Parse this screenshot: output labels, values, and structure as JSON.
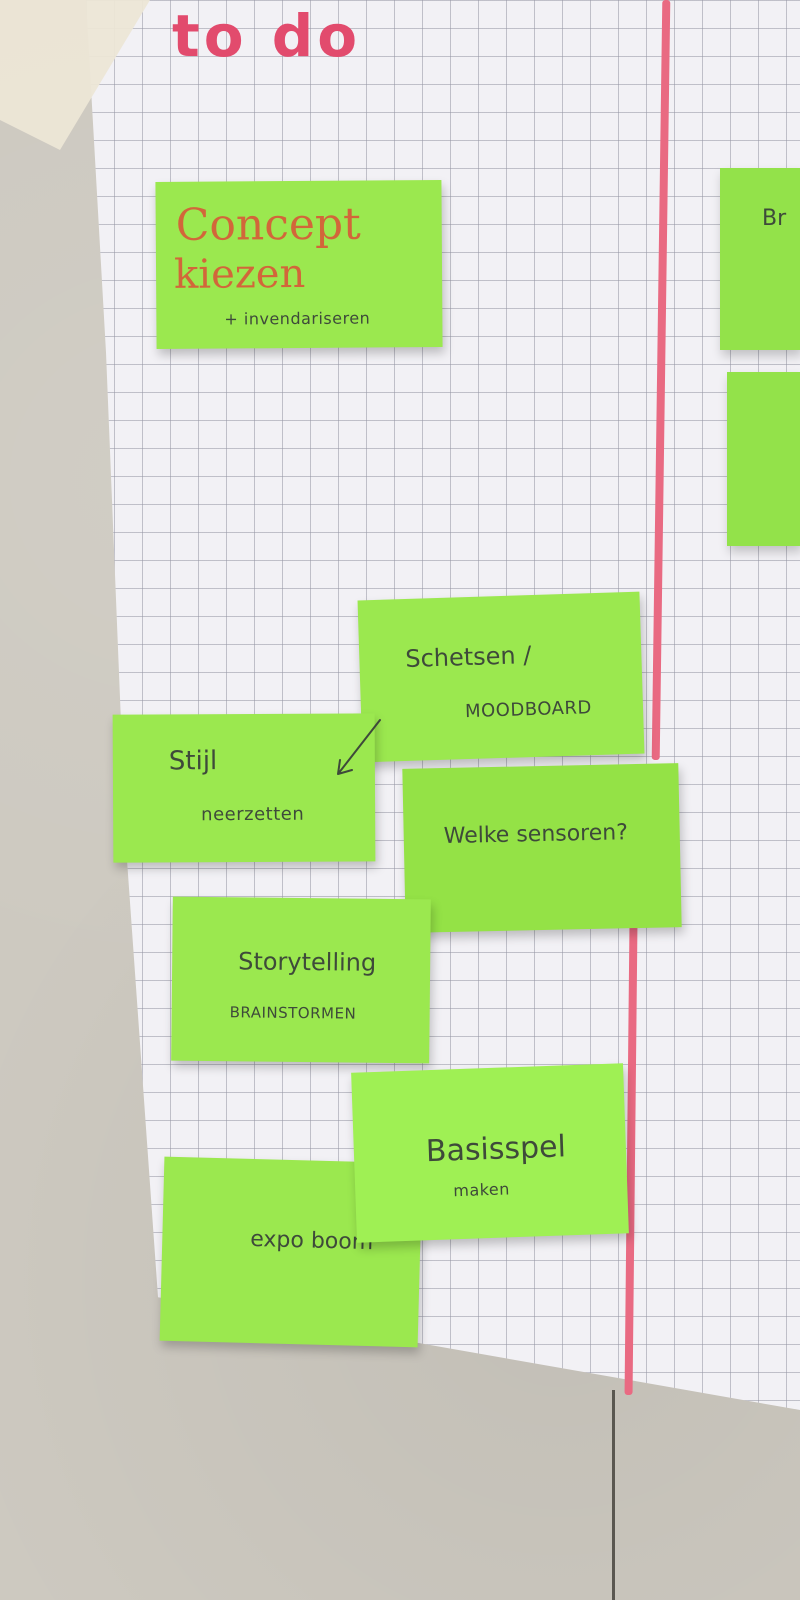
{
  "board": {
    "column_title": "to do",
    "partial_note_text": "Br"
  },
  "notes": [
    {
      "line1": "Concept",
      "line2": "kiezen",
      "subtext": "+ invendariseren"
    },
    {
      "line1": "Schetsen /",
      "line2": "MOODBOARD"
    },
    {
      "line1": "Stijl",
      "line2": "neerzetten"
    },
    {
      "line1": "Welke sensoren?"
    },
    {
      "line1": "Storytelling",
      "line2": "BRAINSTORMEN"
    },
    {
      "line1": "Basisspel",
      "line2": "maken"
    },
    {
      "line1": "expo boom"
    }
  ],
  "colors": {
    "note": "#9be84f",
    "column_line": "#e96a82",
    "title": "#e24b6d",
    "concept_text": "#d2663a",
    "handwriting": "#3e4a3a"
  }
}
